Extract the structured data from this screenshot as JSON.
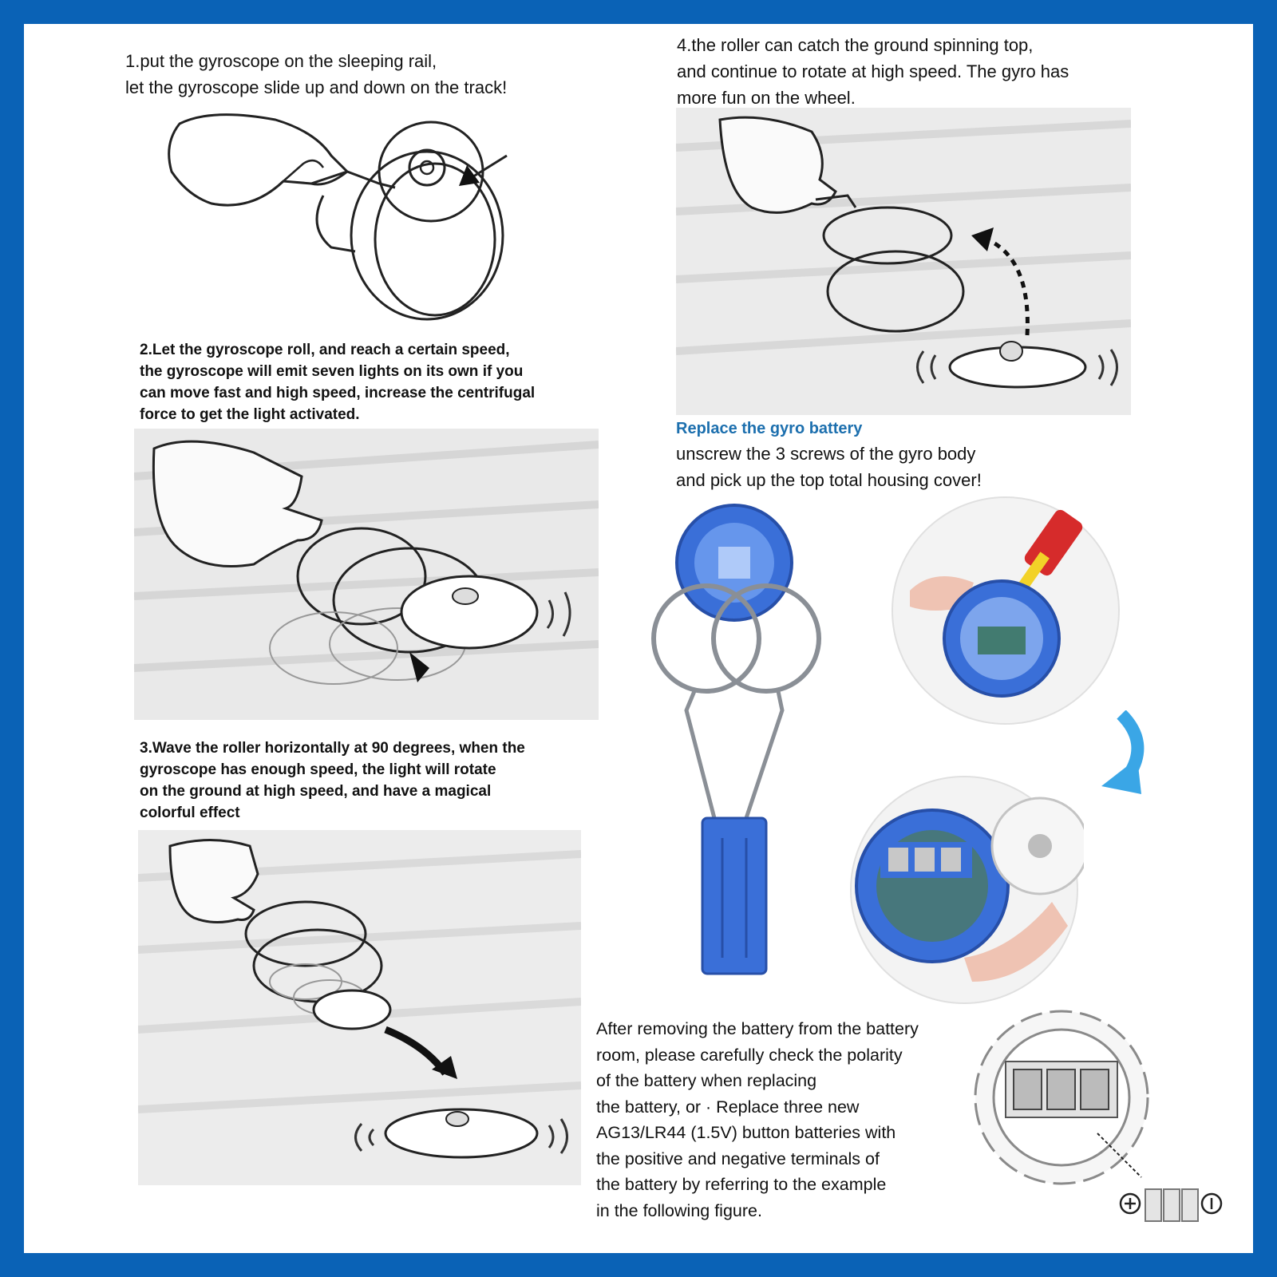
{
  "step1": {
    "lines": [
      "1.put the gyroscope on the sleeping rail,",
      "let the gyroscope slide up and down on the track!"
    ]
  },
  "step2": {
    "lines": [
      "2.Let the gyroscope roll, and reach a certain speed,",
      "the gyroscope will emit seven lights on its own if you",
      "can move fast and high speed, increase the centrifugal",
      "force to get the light activated."
    ]
  },
  "step3": {
    "lines": [
      "3.Wave the roller horizontally at 90 degrees, when the",
      "gyroscope has enough speed, the light will rotate",
      "on the ground at high speed, and have a magical",
      "colorful effect"
    ]
  },
  "step4": {
    "lines": [
      "4.the roller can catch the ground spinning top,",
      "and continue to rotate at high speed. The gyro has",
      "more fun on the wheel."
    ]
  },
  "replace": {
    "title": "Replace the gyro battery",
    "lines": [
      "unscrew the 3 screws of the gyro body",
      "and pick up the top total housing cover!"
    ]
  },
  "battery_note": {
    "lines": [
      "After removing the battery from the battery",
      "room, please carefully check the polarity",
      "of the battery when replacing",
      "the battery, or · Replace three new",
      "AG13/LR44 (1.5V) button batteries with",
      "the positive and negative terminals of",
      "the battery by referring to the example",
      "in the following figure."
    ]
  },
  "colors": {
    "frame": "#0a62b6",
    "title_blue": "#1c6fae",
    "toy_blue": "#3a6fd8",
    "arrow_blue": "#3aa6e6"
  },
  "icons": [
    "hand-icon",
    "ring-track-icon",
    "spinning-top-icon",
    "arrow-icon",
    "screwdriver-icon",
    "battery-plus-icon",
    "battery-minus-icon"
  ]
}
